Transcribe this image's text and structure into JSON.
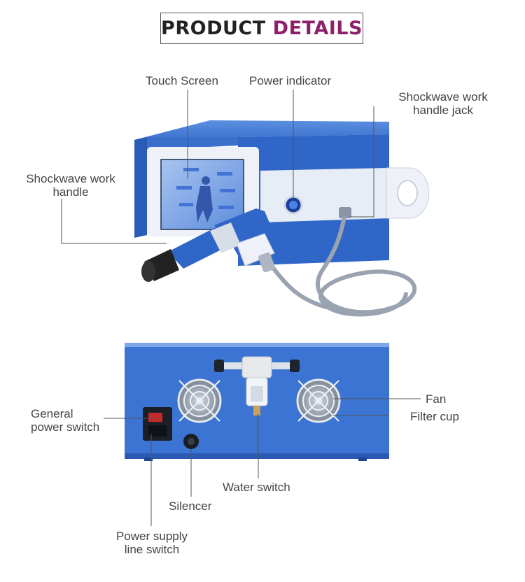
{
  "title": {
    "part1": "PRODUCT",
    "part2": "DETAILS"
  },
  "labels": {
    "touch_screen": "Touch Screen",
    "power_indicator": "Power indicator",
    "handle_jack_line1": "Shockwave work",
    "handle_jack_line2": "handle jack",
    "handle_line1": "Shockwave work",
    "handle_line2": "handle",
    "fan": "Fan",
    "filter_cup": "Filter cup",
    "general_power_line1": "General",
    "general_power_line2": "power switch",
    "water_switch": "Water switch",
    "silencer": "Silencer",
    "power_supply_line1": "Power supply",
    "power_supply_line2": "line switch"
  },
  "colors": {
    "device_blue": "#2f66c7",
    "device_light": "#e7edf6",
    "title_accent": "#8e1f6b",
    "leader": "#555555"
  }
}
